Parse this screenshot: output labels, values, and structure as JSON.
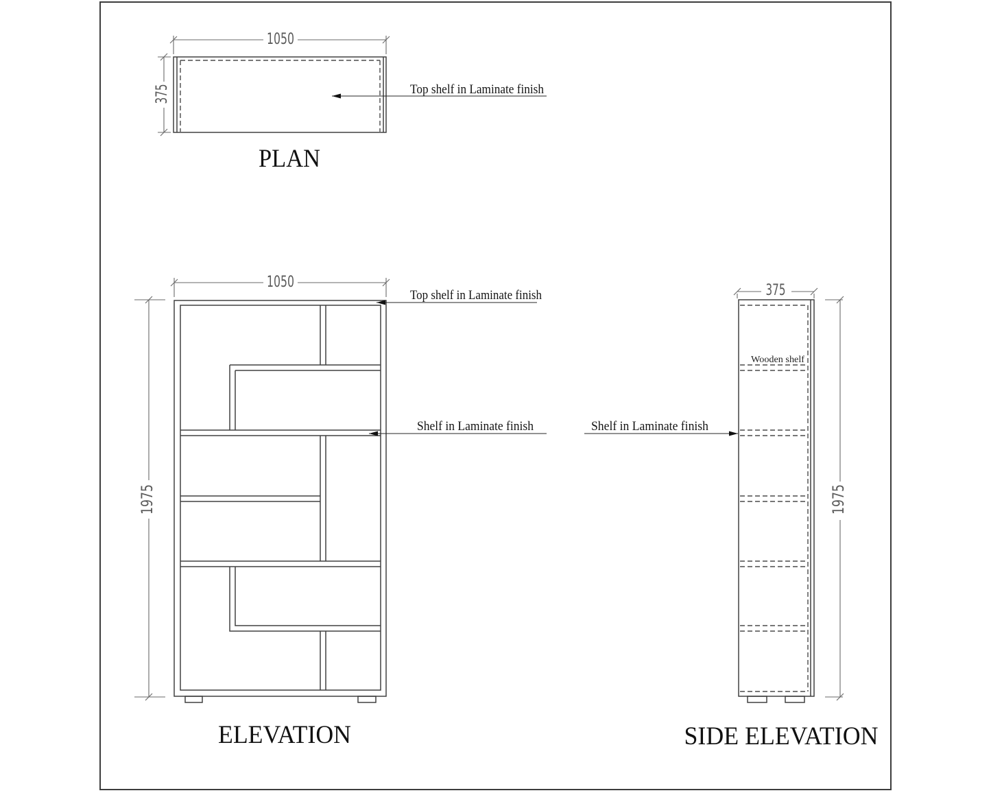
{
  "drawing": {
    "plan": {
      "label": "PLAN",
      "dim_width": "1050",
      "dim_depth": "375",
      "annotation": "Top shelf in Laminate finish"
    },
    "elevation": {
      "label": "ELEVATION",
      "dim_width": "1050",
      "dim_height": "1975",
      "annotation_top": "Top shelf in Laminate finish",
      "annotation_shelf": "Shelf in Laminate finish"
    },
    "side_elevation": {
      "label": "SIDE ELEVATION",
      "dim_depth": "375",
      "dim_height": "1975",
      "annotation_shelf": "Shelf in Laminate finish",
      "annotation_wooden_shelf": "Wooden shelf"
    },
    "colors": {
      "line": "#414141",
      "dimension": "#6a6a6a",
      "text": "#141414",
      "background": "#ffffff"
    }
  }
}
